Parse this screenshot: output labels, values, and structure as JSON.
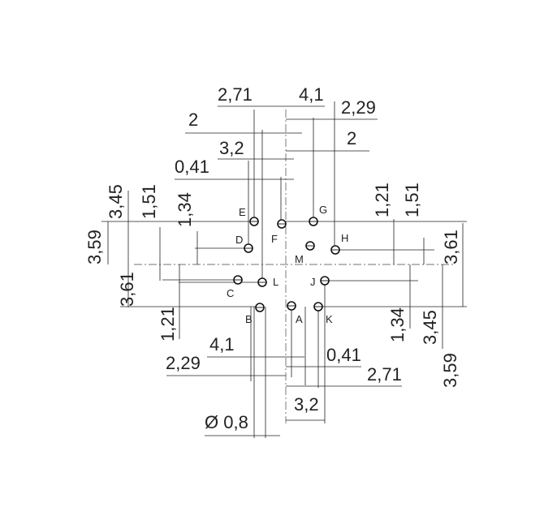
{
  "drawing": {
    "pins": [
      {
        "id": "pin-a",
        "label": "A"
      },
      {
        "id": "pin-b",
        "label": "B"
      },
      {
        "id": "pin-c",
        "label": "C"
      },
      {
        "id": "pin-d",
        "label": "D"
      },
      {
        "id": "pin-e",
        "label": "E"
      },
      {
        "id": "pin-f",
        "label": "F"
      },
      {
        "id": "pin-g",
        "label": "G"
      },
      {
        "id": "pin-h",
        "label": "H"
      },
      {
        "id": "pin-j",
        "label": "J"
      },
      {
        "id": "pin-k",
        "label": "K"
      },
      {
        "id": "pin-l",
        "label": "L"
      },
      {
        "id": "pin-m",
        "label": "M"
      }
    ],
    "dimensions": {
      "top_2_71": "2,71",
      "top_4_1": "4,1",
      "top_2_29": "2,29",
      "top_2_left": "2",
      "top_2_right": "2",
      "top_3_2": "3,2",
      "top_0_41": "0,41",
      "left_3_45": "3,45",
      "left_1_51": "1,51",
      "left_1_34": "1,34",
      "left_3_59": "3,59",
      "left_3_61": "3,61",
      "left_1_21": "1,21",
      "right_1_21": "1,21",
      "right_1_51": "1,51",
      "right_3_61": "3,61",
      "right_1_34": "1,34",
      "right_3_45": "3,45",
      "right_3_59": "3,59",
      "bot_4_1": "4,1",
      "bot_2_29": "2,29",
      "bot_0_41": "0,41",
      "bot_2_71": "2,71",
      "bot_3_2": "3,2",
      "bot_dia": "Ø 0,8"
    }
  }
}
